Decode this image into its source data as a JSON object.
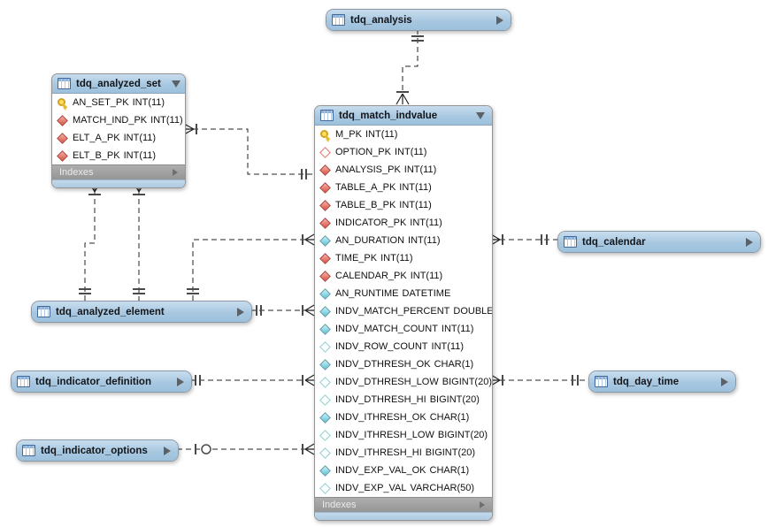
{
  "diagram": {
    "title": "EER diagram",
    "colors": {
      "table_header_blue": "#a8c8e1",
      "table_border_gray": "#949494",
      "indexes_bar_gray": "#9e9e9e",
      "bottom_strip_blue": "#b7d0e6",
      "primary_key_yellow": "#ffe05e",
      "foreign_key_red": "#d75548",
      "column_cyan": "#62c3d6",
      "relationship_line": "#232323"
    },
    "tables": [
      {
        "id": "tdq_analysis",
        "name": "tdq_analysis",
        "collapsed": true
      },
      {
        "id": "tdq_analyzed_set",
        "name": "tdq_analyzed_set",
        "collapsed": false,
        "footer": "Indexes",
        "columns": [
          {
            "name": "AN_SET_PK",
            "type": "INT(11)",
            "icon": "primary-key-icon"
          },
          {
            "name": "MATCH_IND_PK",
            "type": "INT(11)",
            "icon": "foreign-key-icon"
          },
          {
            "name": "ELT_A_PK",
            "type": "INT(11)",
            "icon": "foreign-key-icon"
          },
          {
            "name": "ELT_B_PK",
            "type": "INT(11)",
            "icon": "foreign-key-icon"
          }
        ]
      },
      {
        "id": "tdq_match_indvalue",
        "name": "tdq_match_indvalue",
        "collapsed": false,
        "footer": "Indexes",
        "columns": [
          {
            "name": "M_PK",
            "type": "INT(11)",
            "icon": "primary-key-icon"
          },
          {
            "name": "OPTION_PK",
            "type": "INT(11)",
            "icon": "foreign-key-nullable-icon"
          },
          {
            "name": "ANALYSIS_PK",
            "type": "INT(11)",
            "icon": "foreign-key-icon"
          },
          {
            "name": "TABLE_A_PK",
            "type": "INT(11)",
            "icon": "foreign-key-icon"
          },
          {
            "name": "TABLE_B_PK",
            "type": "INT(11)",
            "icon": "foreign-key-icon"
          },
          {
            "name": "INDICATOR_PK",
            "type": "INT(11)",
            "icon": "foreign-key-icon"
          },
          {
            "name": "AN_DURATION",
            "type": "INT(11)",
            "icon": "column-icon"
          },
          {
            "name": "TIME_PK",
            "type": "INT(11)",
            "icon": "foreign-key-icon"
          },
          {
            "name": "CALENDAR_PK",
            "type": "INT(11)",
            "icon": "foreign-key-icon"
          },
          {
            "name": "AN_RUNTIME",
            "type": "DATETIME",
            "icon": "column-icon"
          },
          {
            "name": "INDV_MATCH_PERCENT",
            "type": "DOUBLE",
            "icon": "column-icon"
          },
          {
            "name": "INDV_MATCH_COUNT",
            "type": "INT(11)",
            "icon": "column-icon"
          },
          {
            "name": "INDV_ROW_COUNT",
            "type": "INT(11)",
            "icon": "column-nullable-icon"
          },
          {
            "name": "INDV_DTHRESH_OK",
            "type": "CHAR(1)",
            "icon": "column-icon"
          },
          {
            "name": "INDV_DTHRESH_LOW",
            "type": "BIGINT(20)",
            "icon": "column-nullable-icon"
          },
          {
            "name": "INDV_DTHRESH_HI",
            "type": "BIGINT(20)",
            "icon": "column-nullable-icon"
          },
          {
            "name": "INDV_ITHRESH_OK",
            "type": "CHAR(1)",
            "icon": "column-icon"
          },
          {
            "name": "INDV_ITHRESH_LOW",
            "type": "BIGINT(20)",
            "icon": "column-nullable-icon"
          },
          {
            "name": "INDV_ITHRESH_HI",
            "type": "BIGINT(20)",
            "icon": "column-nullable-icon"
          },
          {
            "name": "INDV_EXP_VAL_OK",
            "type": "CHAR(1)",
            "icon": "column-icon"
          },
          {
            "name": "INDV_EXP_VAL",
            "type": "VARCHAR(50)",
            "icon": "column-nullable-icon"
          }
        ]
      },
      {
        "id": "tdq_calendar",
        "name": "tdq_calendar",
        "collapsed": true
      },
      {
        "id": "tdq_analyzed_element",
        "name": "tdq_analyzed_element",
        "collapsed": true
      },
      {
        "id": "tdq_indicator_definition",
        "name": "tdq_indicator_definition",
        "collapsed": true
      },
      {
        "id": "tdq_day_time",
        "name": "tdq_day_time",
        "collapsed": true
      },
      {
        "id": "tdq_indicator_options",
        "name": "tdq_indicator_options",
        "collapsed": true
      }
    ],
    "relationships": [
      {
        "from": "tdq_match_indvalue",
        "to": "tdq_analysis",
        "from_end": "many-mandatory",
        "to_end": "one-mandatory",
        "style": "dashed"
      },
      {
        "from": "tdq_analyzed_set",
        "to": "tdq_match_indvalue",
        "from_end": "many-mandatory",
        "to_end": "one-mandatory",
        "style": "dashed"
      },
      {
        "from": "tdq_analyzed_set",
        "to": "tdq_analyzed_element",
        "from_end": "many-mandatory",
        "to_end": "one-mandatory",
        "style": "dashed"
      },
      {
        "from": "tdq_analyzed_set",
        "to": "tdq_analyzed_element",
        "from_end": "many-mandatory",
        "to_end": "one-mandatory",
        "style": "dashed"
      },
      {
        "from": "tdq_match_indvalue",
        "to": "tdq_analyzed_element",
        "from_end": "many-mandatory",
        "to_end": "one-mandatory",
        "style": "dashed"
      },
      {
        "from": "tdq_match_indvalue",
        "to": "tdq_analyzed_element",
        "from_end": "many-mandatory",
        "to_end": "one-mandatory",
        "style": "dashed"
      },
      {
        "from": "tdq_match_indvalue",
        "to": "tdq_indicator_definition",
        "from_end": "many-mandatory",
        "to_end": "one-mandatory",
        "style": "dashed"
      },
      {
        "from": "tdq_match_indvalue",
        "to": "tdq_indicator_options",
        "from_end": "many-mandatory",
        "to_end": "zero-or-one",
        "style": "dashed"
      },
      {
        "from": "tdq_match_indvalue",
        "to": "tdq_calendar",
        "from_end": "many-mandatory",
        "to_end": "one-mandatory",
        "style": "dashed"
      },
      {
        "from": "tdq_match_indvalue",
        "to": "tdq_day_time",
        "from_end": "many-mandatory",
        "to_end": "one-mandatory",
        "style": "dashed"
      }
    ]
  }
}
